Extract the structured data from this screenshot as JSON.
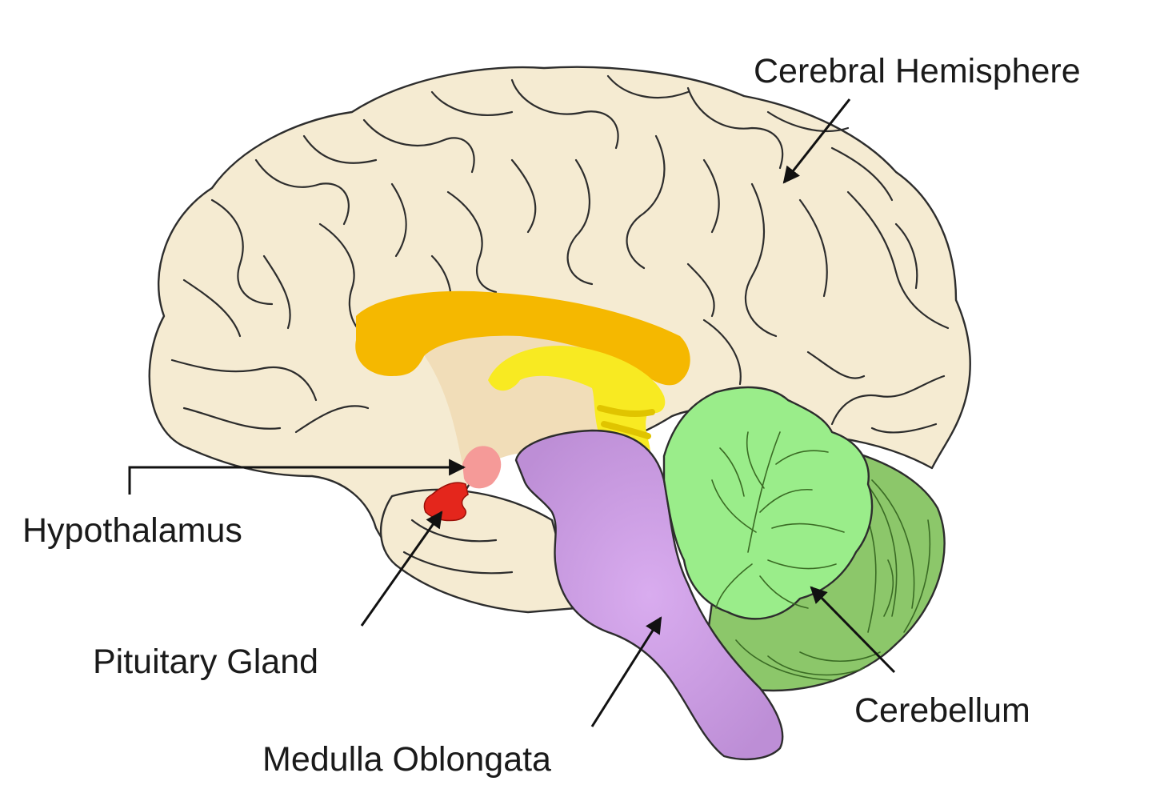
{
  "title": "",
  "colors": {
    "cortex": "#f5ebd2",
    "corpus_callosum": "#f5b800",
    "fornix": "#f8ea22",
    "thalamus": "#f1ddb8",
    "hypothalamus": "#f59a98",
    "pituitary": "#e4261c",
    "brainstem": "#c799e0",
    "cerebellum_front": "#9aed8a",
    "cerebellum_back": "#8cc76a",
    "leader_line": "#111111"
  },
  "labels": {
    "cerebral_hemisphere": "Cerebral Hemisphere",
    "hypothalamus": "Hypothalamus",
    "pituitary_gland": "Pituitary Gland",
    "cerebellum": "Cerebellum",
    "medulla_oblongata": "Medulla Oblongata"
  }
}
